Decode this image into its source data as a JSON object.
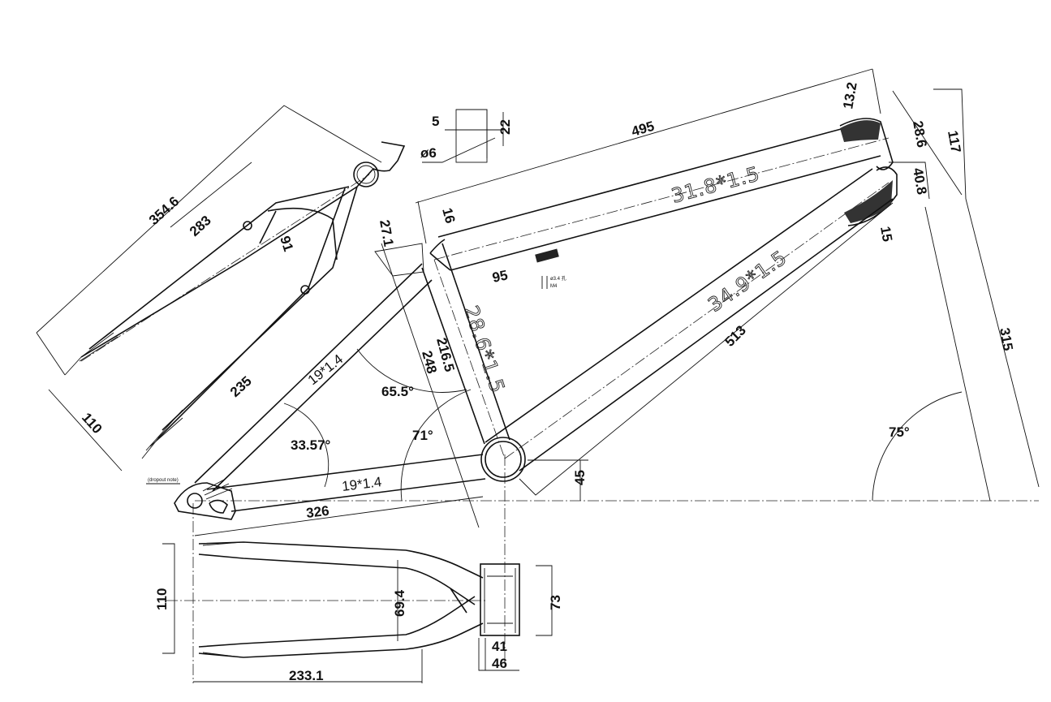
{
  "drawing": {
    "title": "BMX frame technical drawing",
    "tubes": {
      "top_tube": "31.8*1.5",
      "down_tube": "34.9*1.5",
      "seat_tube": "28.6*1.5",
      "seat_stay": "19*1.4",
      "chain_stay": "19*1.4"
    },
    "dimensions": {
      "top_tube_length": "495",
      "head_offset": "13.2",
      "head_dia": "28.6",
      "head_height": "117",
      "head_lower": "40.8",
      "head_15": "15",
      "down_tube_length": "513",
      "head_vertical": "315",
      "head_angle": "75°",
      "bb_drop": "45",
      "seat_16": "16",
      "seat_27_1": "27.1",
      "boss_95": "95",
      "seat_216_5": "216.5",
      "seat_248": "248",
      "seat_angle": "71°",
      "stay_angle": "65.5°",
      "chain_angle": "33.57°",
      "chainstay_length": "326",
      "stay_354_6": "354.6",
      "stay_283": "283",
      "stay_91": "91",
      "stay_235": "235",
      "rear_width": "110",
      "slot_5": "5",
      "slot_22": "22",
      "slot_dia": "ø6",
      "bottom_110": "110",
      "bottom_69_4": "69.4",
      "bb_73": "73",
      "bb_41": "41",
      "bb_46": "46",
      "bottom_233_1": "233.1"
    },
    "notes": {
      "bolt_1": "ø3.4 孔",
      "bolt_2": "M4",
      "dropout_note": "(dropout note)"
    }
  }
}
